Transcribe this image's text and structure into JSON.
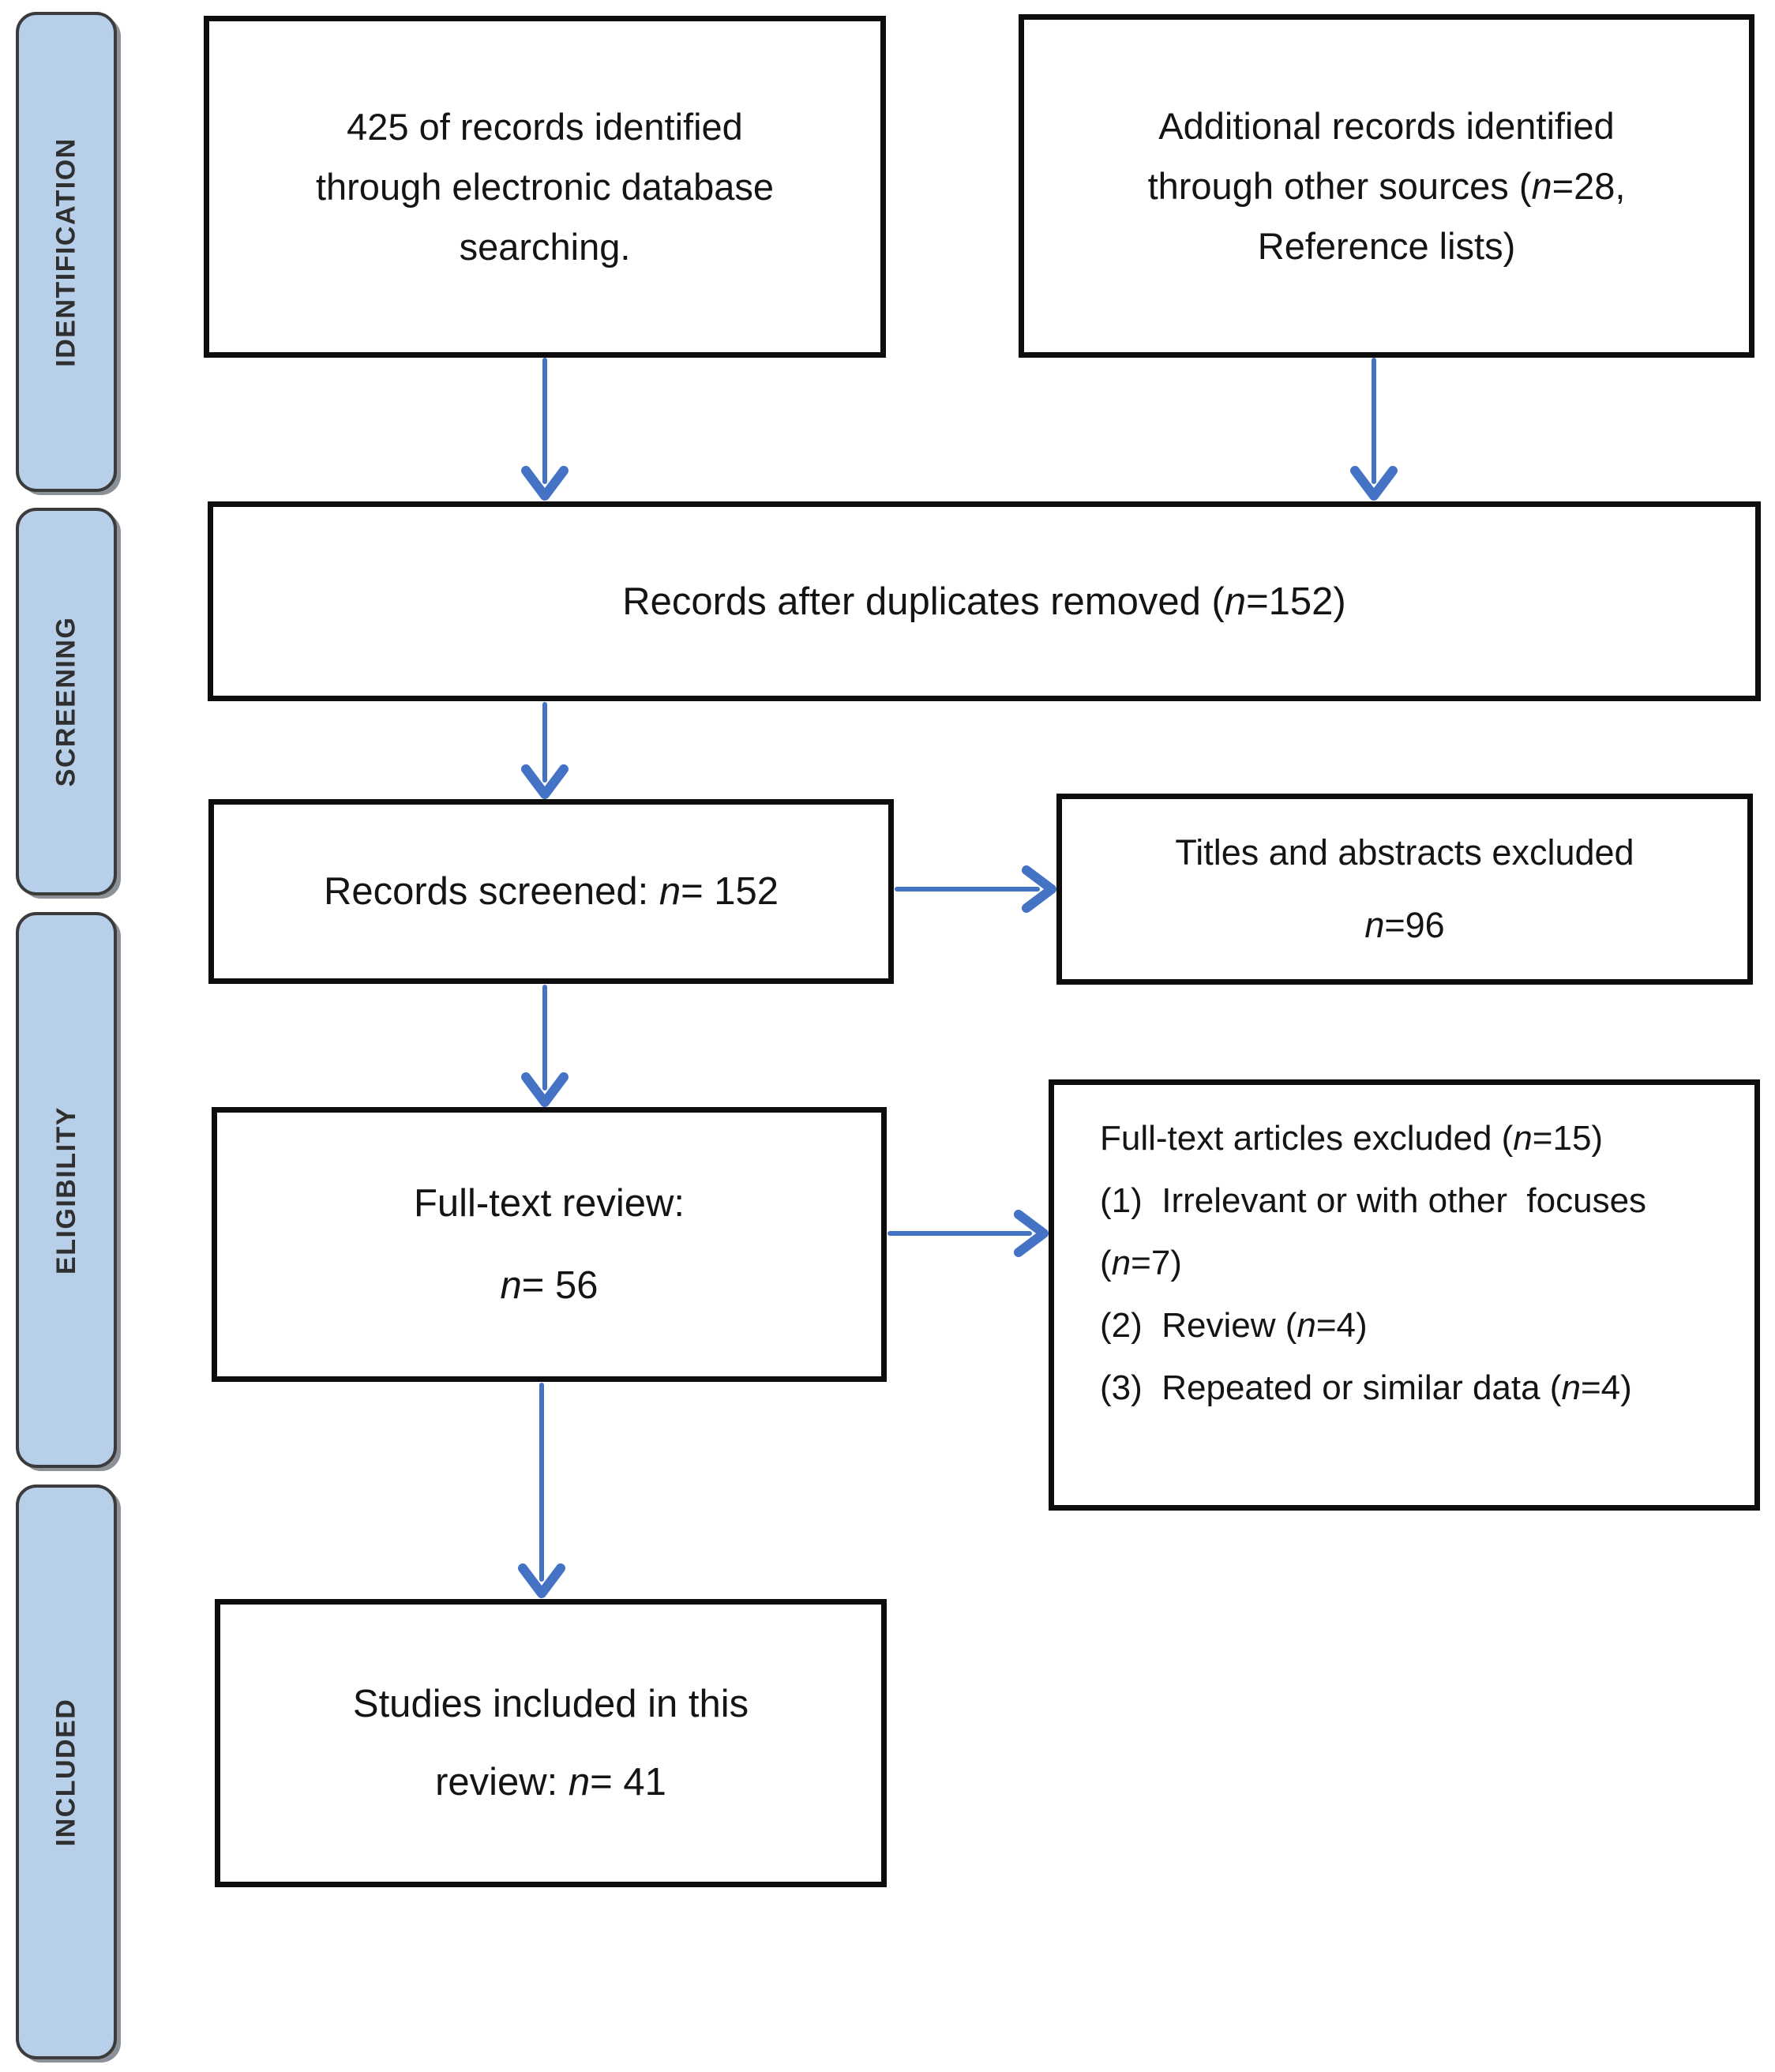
{
  "diagram": {
    "title": "PRISMA study selection flow diagram",
    "colors": {
      "arrow": "#4472c4",
      "stage_fill": "#b8cfe9",
      "stage_border": "#3b3b3b",
      "stage_shadow": "#8b9197",
      "box_border": "#0d0d0d",
      "text": "#141414"
    },
    "stages": [
      {
        "label": "IDENTIFICATION"
      },
      {
        "label": "SCREENING"
      },
      {
        "label": "ELIGIBILITY"
      },
      {
        "label": "INCLUDED"
      }
    ],
    "boxes": {
      "identified_db": {
        "lines": [
          "425 of records identified",
          "through electronic database",
          "searching."
        ]
      },
      "other_sources": {
        "lines": [
          "Additional records identified",
          "through other sources (n=28,",
          "Reference lists)"
        ]
      },
      "after_duplicates": {
        "lines": [
          "Records after duplicates removed (n=152)"
        ]
      },
      "records_screened": {
        "lines": [
          "Records screened: n= 152"
        ]
      },
      "titles_excluded": {
        "lines": [
          "Titles and abstracts excluded",
          "n=96"
        ]
      },
      "fulltext_review": {
        "lines": [
          "Full-text review:",
          "n= 56"
        ]
      },
      "fulltext_excluded": {
        "lines": [
          "Full-text articles excluded (n=15)",
          "(1)  Irrelevant or with other  focuses",
          "(n=7)",
          "(2)  Review (n=4)",
          "(3)  Repeated or similar data (n=4)"
        ]
      },
      "included_studies": {
        "lines": [
          "Studies included in this",
          "review: n= 41"
        ]
      }
    }
  }
}
